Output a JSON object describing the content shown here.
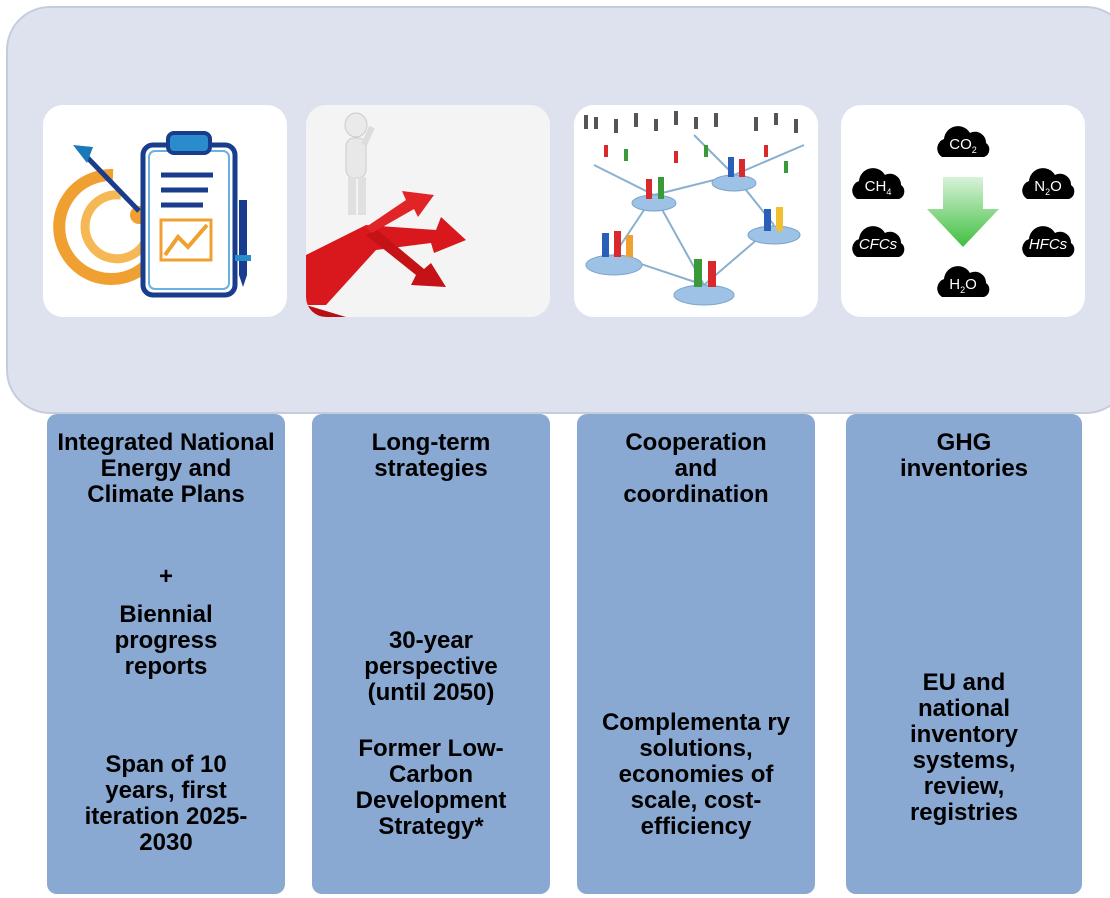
{
  "columns": [
    {
      "title": "Integrated National Energy and Climate Plans",
      "plus": "+",
      "sub1": "Biennial progress reports",
      "sub2": "Span of 10 years, first iteration 2025-2030"
    },
    {
      "title": "Long-term strategies",
      "sub1": "30-year perspective (until 2050)",
      "sub2": "Former Low-Carbon Development Strategy*"
    },
    {
      "title": "Cooperation and coordination",
      "sub1": "Complementa ry solutions, economies of scale, cost-efficiency"
    },
    {
      "title": "GHG inventories",
      "sub1": "EU and national inventory systems, review, registries"
    }
  ],
  "ghg": {
    "co2": {
      "base": "CO",
      "sub": "2"
    },
    "ch4": {
      "base": "CH",
      "sub": "4"
    },
    "n2o": {
      "base": "N",
      "sub": "2",
      "tail": "O"
    },
    "cfcs": "CFCs",
    "hfcs": "HFCs",
    "h2o": {
      "base": "H",
      "sub": "2",
      "tail": "O"
    }
  },
  "colors": {
    "column": "#89a8d2",
    "panel": "#dde2ee",
    "arrow_red": "#d8181c",
    "arrow_green": "#3fbf3f"
  }
}
